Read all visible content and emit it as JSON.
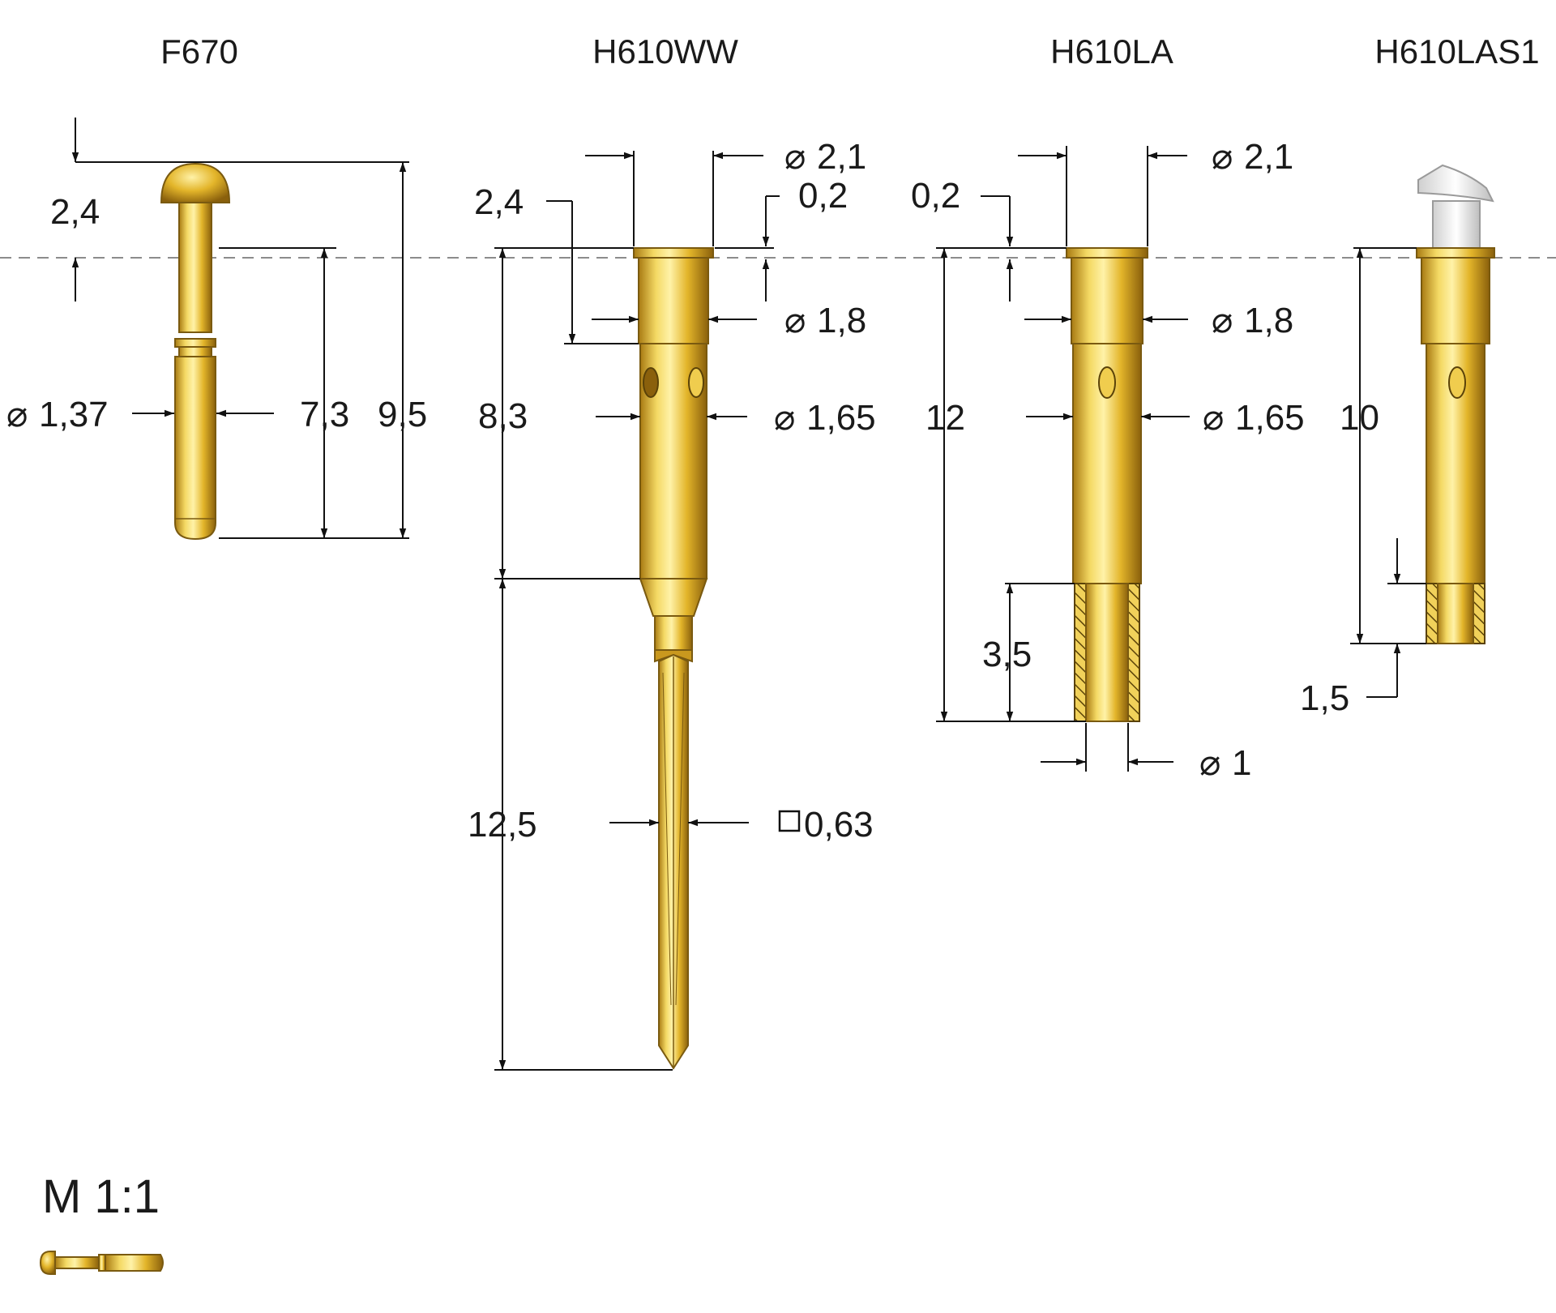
{
  "parts": [
    {
      "name": "F670",
      "dimensions": {
        "top_offset": "2,4",
        "diameter": "1,37",
        "length": "7,3",
        "total_length": "9,5"
      }
    },
    {
      "name": "H610WW",
      "dimensions": {
        "collar_diameter": "2,1",
        "top_offset": "2,4",
        "collar_height": "0,2",
        "upper_diameter": "1,8",
        "body_diameter": "1,65",
        "body_length": "8,3",
        "tail_length": "12,5",
        "tail_square": "0,63"
      }
    },
    {
      "name": "H610LA",
      "dimensions": {
        "collar_diameter": "2,1",
        "collar_height": "0,2",
        "upper_diameter": "1,8",
        "body_diameter": "1,65",
        "total_length": "12",
        "bore_depth": "3,5",
        "bore_diameter": "1"
      }
    },
    {
      "name": "H610LAS1",
      "dimensions": {
        "total_length": "10",
        "bore_depth": "1,5"
      }
    }
  ],
  "scale_label": "M 1:1",
  "colors": {
    "gold": "#e3b52a",
    "gold_light": "#f7e47c",
    "gold_dark": "#9a7012",
    "line": "#111111",
    "baseline": "#8c8c8c"
  }
}
